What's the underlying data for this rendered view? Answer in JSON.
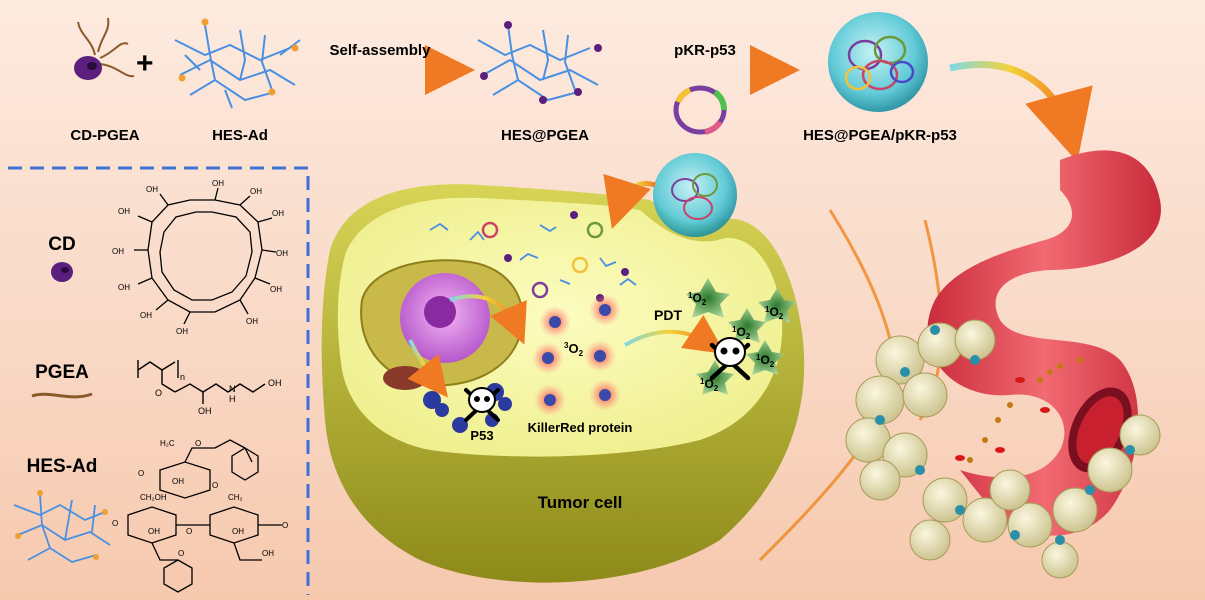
{
  "top_labels": {
    "cd_pgea": "CD-PGEA",
    "hes_ad": "HES-Ad",
    "hes_pgea": "HES@PGEA",
    "complex": "HES@PGEA/pKR-p53"
  },
  "arrows": {
    "self_assembly": "Self-assembly",
    "pkr_p53": "pKR-p53"
  },
  "legend": {
    "cd": "CD",
    "pgea": "PGEA",
    "hes_ad": "HES-Ad"
  },
  "chem": {
    "oh": "OH",
    "ch2oh": "CH₂OH",
    "h2c": "H₂C",
    "o": "O",
    "n": "n",
    "nh": "N",
    "h": "H",
    "ch2": "CH₂"
  },
  "cell": {
    "p53": "P53",
    "killerred": "KillerRed protein",
    "pdt": "PDT",
    "tumor": "Tumor cell",
    "triplet_sup": "3",
    "singlet_sup": "1",
    "oxygen": "O",
    "sub": "2"
  },
  "colors": {
    "accent_orange": "#f08a2a",
    "dashed_border": "#3f6fd8",
    "cell_green": "#c9c43a",
    "vessel_red": "#e0404d",
    "cd_purple": "#6a2a8a"
  }
}
